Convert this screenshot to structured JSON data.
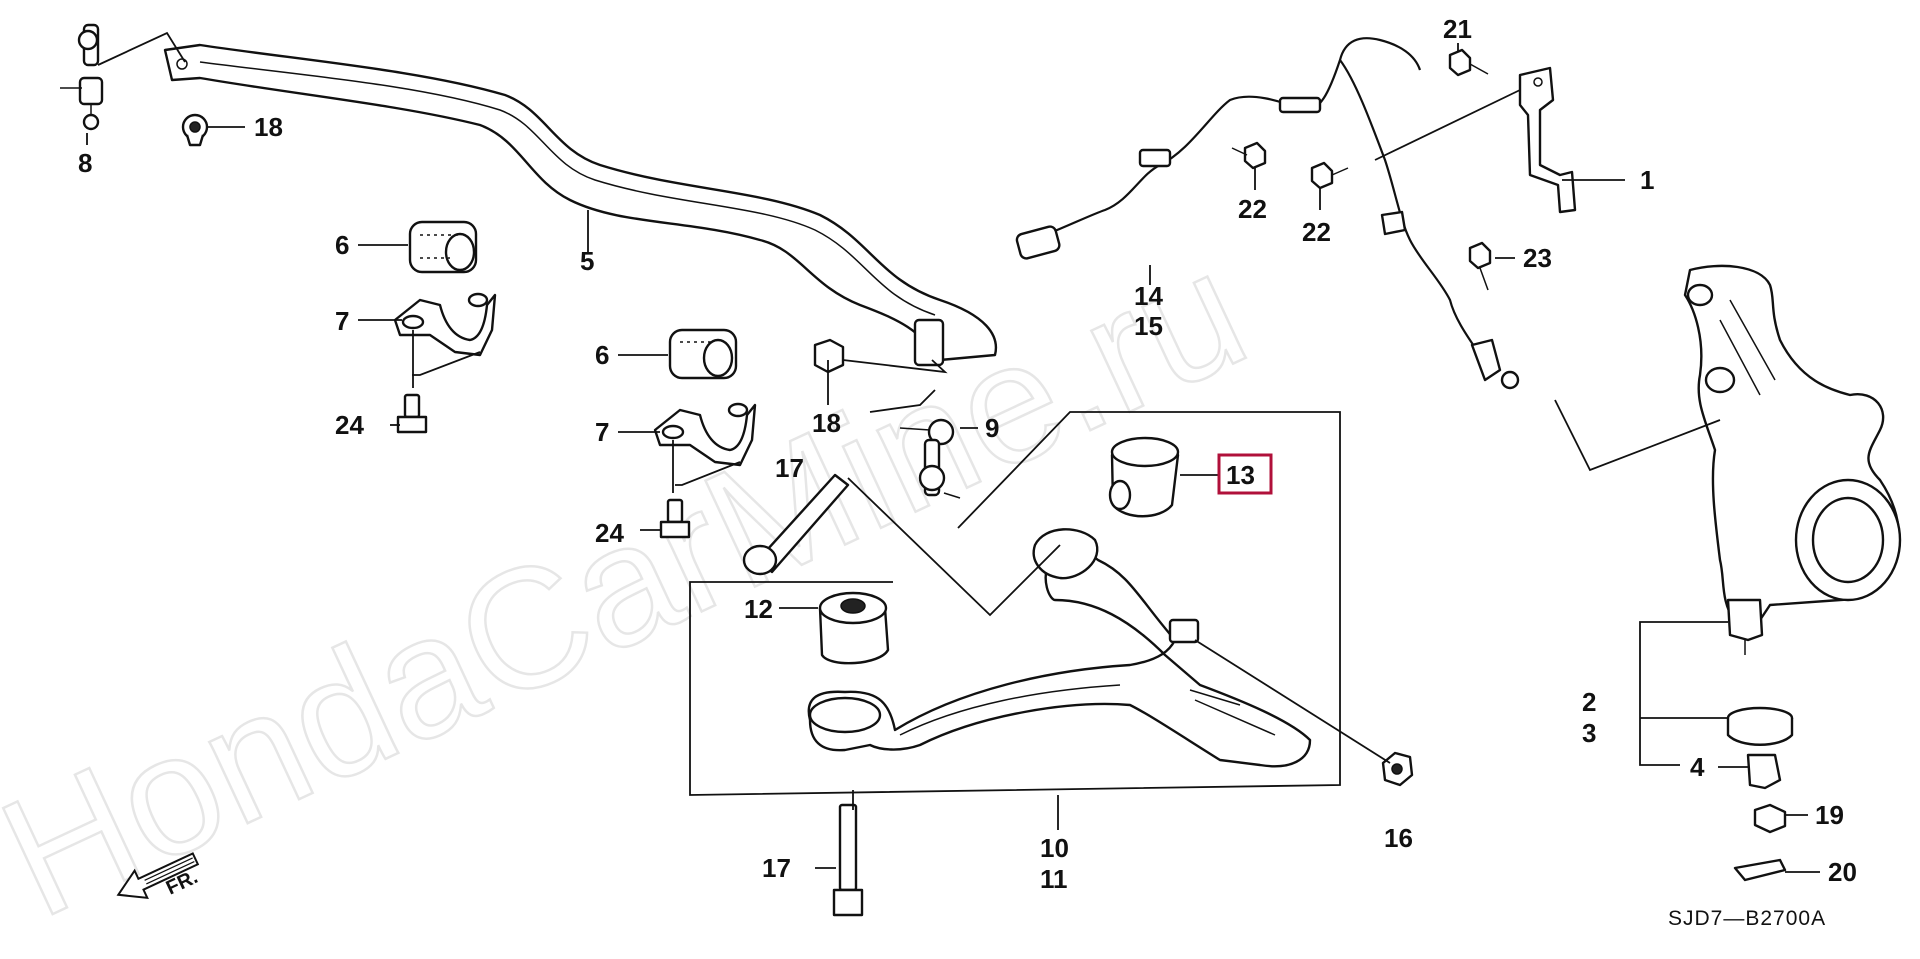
{
  "watermark": "HondaCarMine.ru",
  "diagram_code": "SJD7—B2700A",
  "direction_marker": "FR.",
  "highlight_color": "#b0103a",
  "callouts": [
    {
      "id": "c1",
      "text": "1"
    },
    {
      "id": "c2",
      "text": "2"
    },
    {
      "id": "c3",
      "text": "3"
    },
    {
      "id": "c4",
      "text": "4"
    },
    {
      "id": "c5",
      "text": "5"
    },
    {
      "id": "c6a",
      "text": "6"
    },
    {
      "id": "c6b",
      "text": "6"
    },
    {
      "id": "c7a",
      "text": "7"
    },
    {
      "id": "c7b",
      "text": "7"
    },
    {
      "id": "c8",
      "text": "8"
    },
    {
      "id": "c9",
      "text": "9"
    },
    {
      "id": "c10",
      "text": "10"
    },
    {
      "id": "c11",
      "text": "11"
    },
    {
      "id": "c12",
      "text": "12"
    },
    {
      "id": "c13",
      "text": "13",
      "highlighted": true
    },
    {
      "id": "c14",
      "text": "14"
    },
    {
      "id": "c15",
      "text": "15"
    },
    {
      "id": "c16",
      "text": "16"
    },
    {
      "id": "c17a",
      "text": "17"
    },
    {
      "id": "c17b",
      "text": "17"
    },
    {
      "id": "c18a",
      "text": "18"
    },
    {
      "id": "c18b",
      "text": "18"
    },
    {
      "id": "c19",
      "text": "19"
    },
    {
      "id": "c20",
      "text": "20"
    },
    {
      "id": "c21",
      "text": "21"
    },
    {
      "id": "c22a",
      "text": "22"
    },
    {
      "id": "c22b",
      "text": "22"
    },
    {
      "id": "c23",
      "text": "23"
    },
    {
      "id": "c24a",
      "text": "24"
    },
    {
      "id": "c24b",
      "text": "24"
    }
  ]
}
